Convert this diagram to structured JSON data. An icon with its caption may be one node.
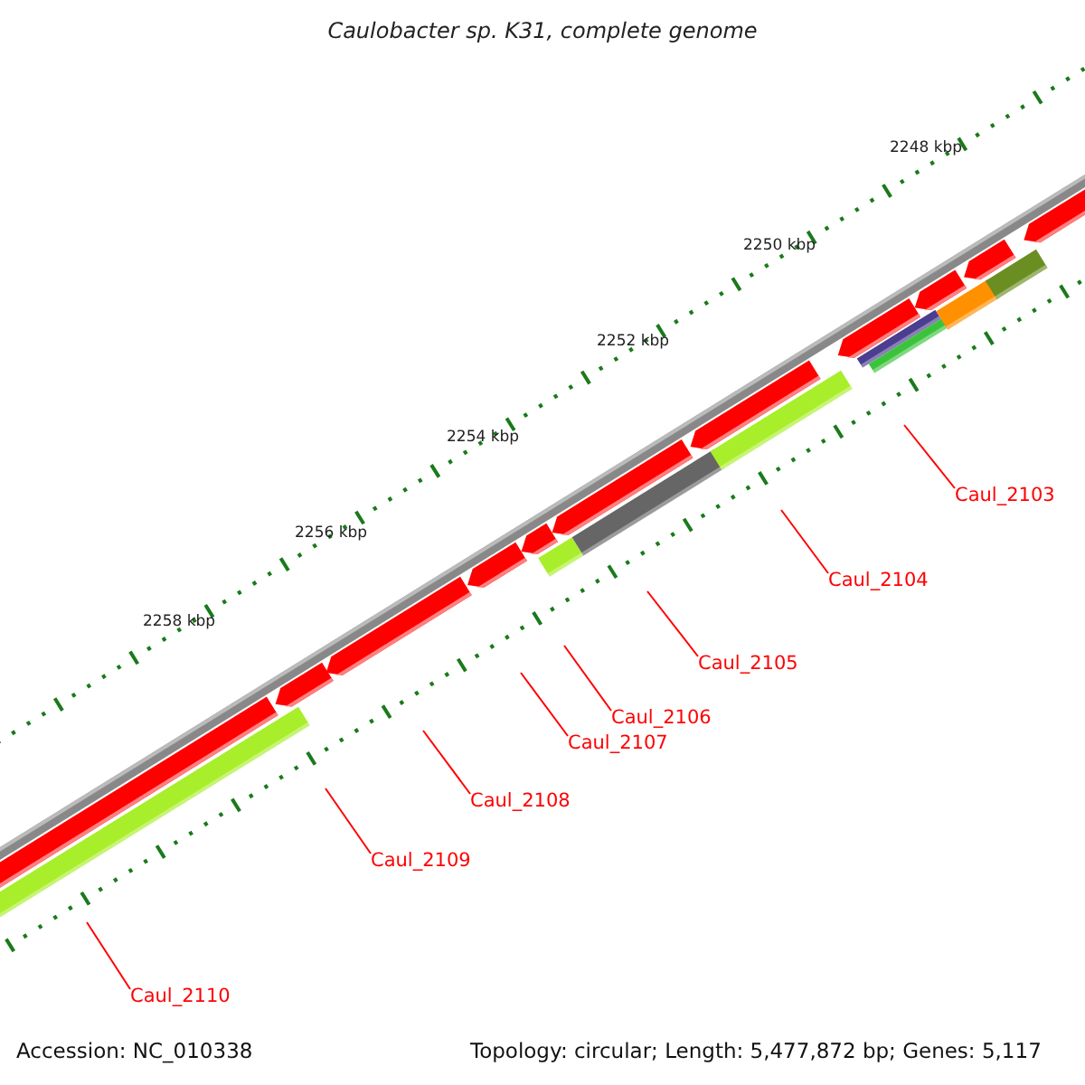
{
  "diagram": {
    "title": "Caulobacter sp. K31, complete genome",
    "nodes": [
      {
        "text": [
          "Caul_2103"
        ]
      },
      {
        "text": [
          "Caul_2104"
        ]
      },
      {
        "text": [
          "Caul_2105"
        ]
      },
      {
        "text": [
          "Caul_2106"
        ]
      },
      {
        "text": [
          "Caul_2107"
        ]
      },
      {
        "text": [
          "Caul_2108"
        ]
      },
      {
        "text": [
          "Caul_2109"
        ]
      },
      {
        "text": [
          "Caul_2110"
        ]
      }
    ],
    "edges": [
      {
        "from": 0,
        "to": null,
        "arrow": "none"
      },
      {
        "from": 1,
        "to": null,
        "arrow": "none"
      },
      {
        "from": 2,
        "to": null,
        "arrow": "none"
      },
      {
        "from": 3,
        "to": null,
        "arrow": "none"
      },
      {
        "from": 4,
        "to": null,
        "arrow": "none"
      },
      {
        "from": 5,
        "to": null,
        "arrow": "none"
      },
      {
        "from": 6,
        "to": null,
        "arrow": "none"
      },
      {
        "from": 7,
        "to": null,
        "arrow": "none"
      }
    ],
    "labels": [
      "2248 kbp",
      "2250 kbp",
      "2252 kbp",
      "2254 kbp",
      "2256 kbp",
      "2258 kbp",
      "Accession: NC_010338",
      "Topology: circular; Length: 5,477,872 bp; Genes: 5,117"
    ]
  }
}
